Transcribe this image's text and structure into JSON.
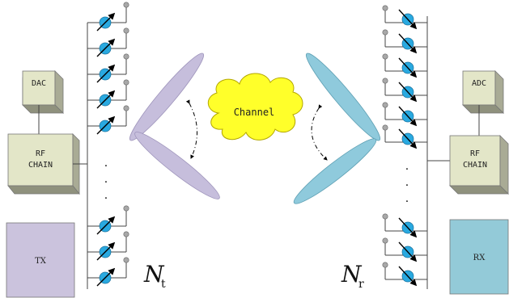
{
  "tx_side": {
    "dac_label": "DAC",
    "rf_chain_line1": "RF",
    "rf_chain_line2": "CHAIN",
    "tx_label": "TX",
    "antenna_symbol": "N",
    "antenna_subscript": "t"
  },
  "rx_side": {
    "adc_label": "ADC",
    "rf_chain_line1": "RF",
    "rf_chain_line2": "CHAIN",
    "rx_label": "RX",
    "antenna_symbol": "N",
    "antenna_subscript": "r"
  },
  "channel": {
    "label": "Channel"
  },
  "colors": {
    "box_face": "#e3e6c8",
    "box_side": "#a9ab95",
    "tx_fill": "#cbc3dd",
    "rx_fill": "#93cad8",
    "phase_shifter": "#29a9e0",
    "antenna_dot": "#a8a8a8",
    "tx_beam": "#c6bedc",
    "rx_beam": "#8fcadc",
    "cloud": "#ffff2a"
  }
}
